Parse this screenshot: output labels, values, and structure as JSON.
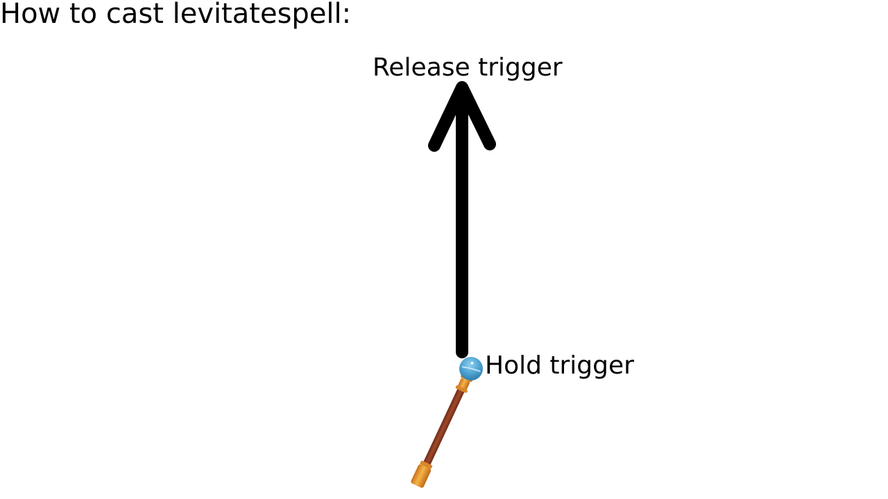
{
  "instructions": {
    "title": "How to cast levitatespell:",
    "release_label": "Release trigger",
    "hold_label": "Hold trigger"
  },
  "gesture": {
    "direction": "up",
    "icon": "up-arrow-icon",
    "color": "#000000"
  },
  "wand": {
    "icon": "magic-wand-icon",
    "orb_color": "#4a9fcf",
    "shaft_color": "#8b3d22",
    "fitting_color": "#e8952c"
  }
}
